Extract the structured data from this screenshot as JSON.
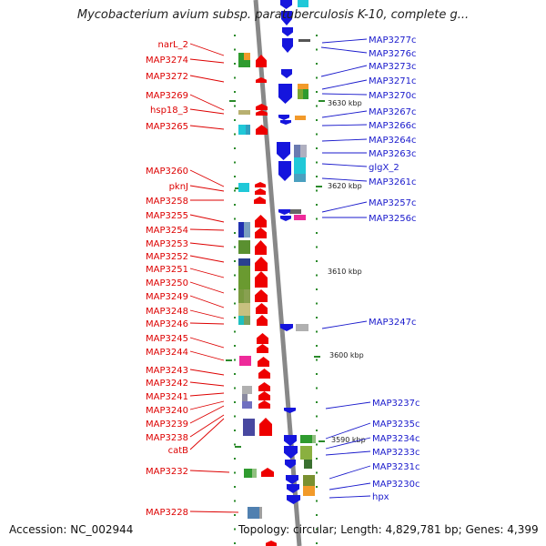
{
  "title": "Mycobacterium avium subsp. paratuberculosis K-10, complete g...",
  "footer": {
    "accession": "Accession: NC_002944",
    "topology": "Topology: circular; Length: 4,829,781 bp; Genes: 4,399"
  },
  "colors": {
    "left_label": "#dd0000",
    "right_label": "#1a1acc",
    "forward_gene": "#ee0000",
    "reverse_gene": "#1515dd",
    "backbone": "#888888"
  },
  "scale_marks": [
    "3630 kbp",
    "3620 kbp",
    "3610 kbp",
    "3600 kbp",
    "3590 kbp"
  ],
  "left_genes": [
    "narL_2",
    "MAP3274",
    "MAP3272",
    "MAP3269",
    "hsp18_3",
    "MAP3265",
    "MAP3260",
    "pknJ",
    "MAP3258",
    "MAP3255",
    "MAP3254",
    "MAP3253",
    "MAP3252",
    "MAP3251",
    "MAP3250",
    "MAP3249",
    "MAP3248",
    "MAP3246",
    "MAP3245",
    "MAP3244",
    "MAP3243",
    "MAP3242",
    "MAP3241",
    "MAP3240",
    "MAP3239",
    "MAP3238",
    "catB",
    "MAP3232",
    "MAP3228"
  ],
  "right_genes": [
    "MAP3277c",
    "MAP3276c",
    "MAP3273c",
    "MAP3271c",
    "MAP3270c",
    "MAP3267c",
    "MAP3266c",
    "MAP3264c",
    "MAP3263c",
    "glgX_2",
    "MAP3261c",
    "MAP3257c",
    "MAP3256c",
    "MAP3247c",
    "MAP3237c",
    "MAP3235c",
    "MAP3234c",
    "MAP3233c",
    "MAP3231c",
    "MAP3230c",
    "hpx"
  ]
}
